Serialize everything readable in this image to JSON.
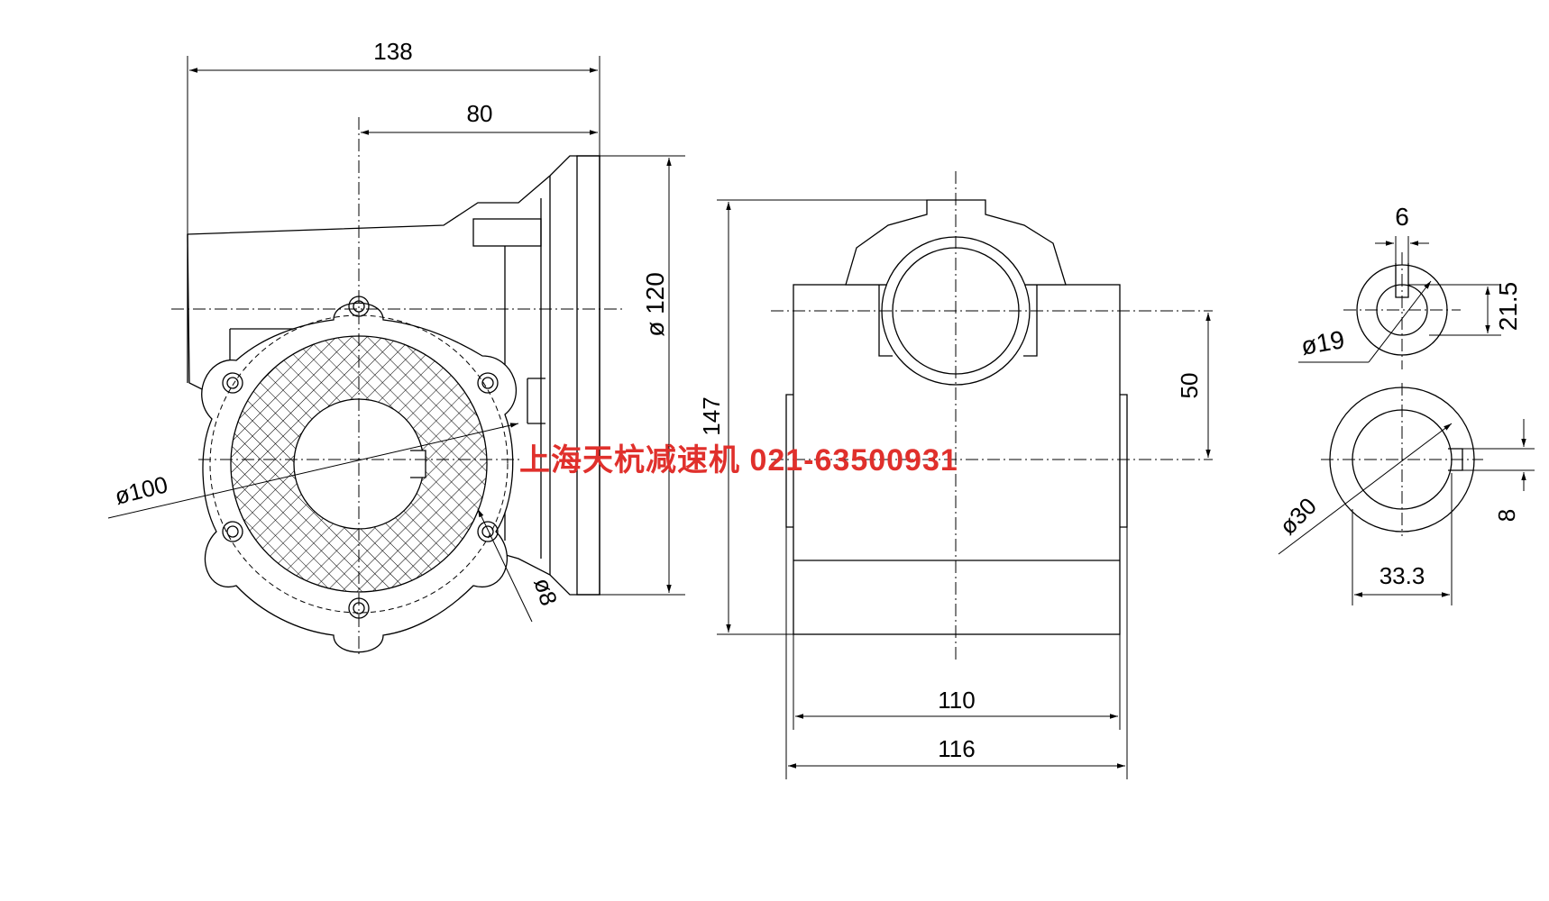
{
  "watermark": "上海天杭减速机 021-63500931",
  "side_view": {
    "dim_overall_length": "138",
    "dim_to_axis": "80",
    "dim_flange_diameter": "ø 120",
    "dim_bore_circle": "ø100",
    "dim_bolt_hole": "ø8"
  },
  "front_view": {
    "dim_height": "147",
    "dim_center_height": "50",
    "dim_body_width": "110",
    "dim_foot_width": "116"
  },
  "detail_small_shaft": {
    "dim_key_width": "6",
    "dim_key_depth": "21.5",
    "dim_diameter": "ø19"
  },
  "detail_large_bore": {
    "dim_diameter": "ø30",
    "dim_key_width": "8",
    "dim_key_depth": "33.3"
  }
}
